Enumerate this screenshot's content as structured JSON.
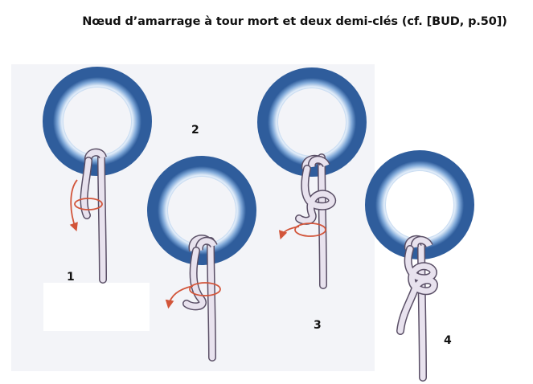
{
  "title": "Nœud d’amarrage à tour mort et deux demi-clés (cf. [BUD, p.50])",
  "colors": {
    "panel": "#f3f4f8",
    "ring_outer": "#3f6fb0",
    "ring_mid": "#7fa8d8",
    "ring_highlight": "#dbe9f7",
    "rope_fill": "#e8e2ee",
    "rope_stroke": "#5a4f66",
    "arrow": "#d2553a"
  },
  "steps": [
    {
      "label": "1"
    },
    {
      "label": "2"
    },
    {
      "label": "3"
    },
    {
      "label": "4"
    }
  ]
}
